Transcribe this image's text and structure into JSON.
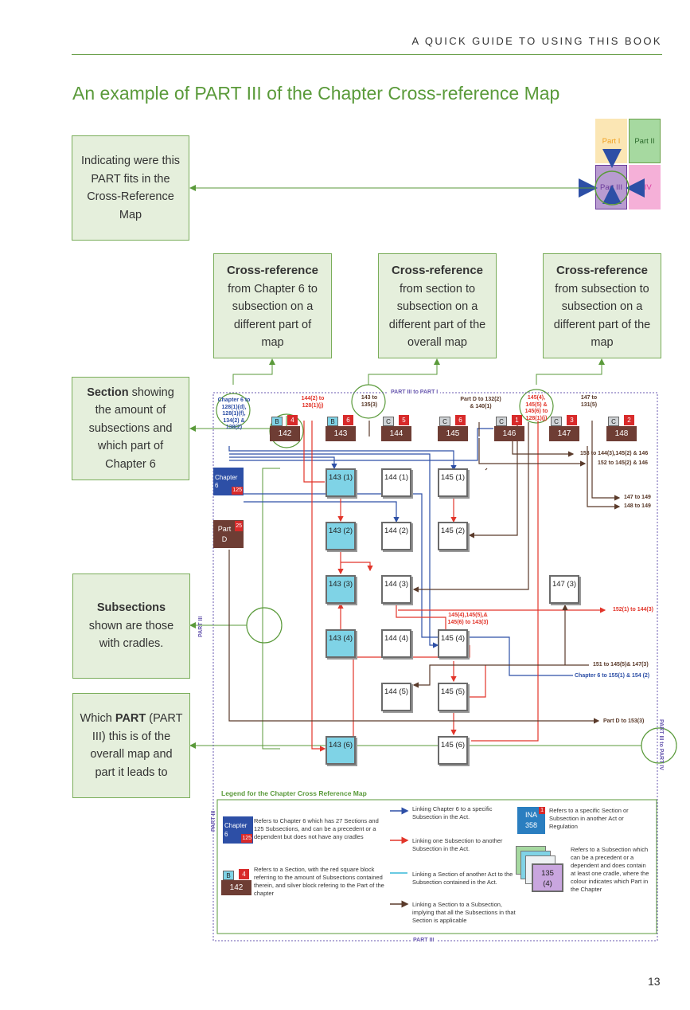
{
  "header": {
    "running_title": "A QUICK GUIDE TO USING THIS BOOK",
    "page_number": "13"
  },
  "title": "An example of PART III of the Chapter Cross-reference Map",
  "part_map": {
    "part1": "Part I",
    "part2": "Part II",
    "part3": "Part III",
    "part4": "rt IV"
  },
  "callouts": {
    "where_fits": "Indicating were this PART fits in the Cross-Reference Map",
    "section_bold": "Section",
    "section_rest": "showing the amount of subsections and which part of Chapter 6",
    "subsections_bold": "Subsections",
    "subsections_rest": "shown are those with cradles.",
    "which_pre": "Which",
    "which_bold": "PART",
    "which_rest": "(PART III) this is of the overall map and part it leads to"
  },
  "xref": [
    {
      "head": "Cross-reference",
      "body": "from Chapter 6 to subsection on a different part of map"
    },
    {
      "head": "Cross-reference",
      "body": "from section to subsection on a different part of the overall map"
    },
    {
      "head": "Cross-reference",
      "body": "from subsection to subsection on a different part of the map"
    }
  ],
  "map": {
    "part3_to_part1": "PART III to PART I",
    "part3_left": "PART III",
    "part3_bottom": "PART III",
    "part3_to_part4": "PART III to PART IV",
    "labels": {
      "ch6_to": "Chapter 6 to 128(1)(d), 128(1)(f), 134(2) & 138(2)",
      "l144": "144(2) to 128(1)(j)",
      "l143": "143 to 135(3)",
      "partd": "Part D to 132(2) & 140(1)",
      "l145": "145(4), 145(5) & 145(6) to 128(1)(j)",
      "l147": "147 to 131(5)",
      "r1": "153 to 144(3),145(2) & 146",
      "r2": "152 to 145(2) & 146",
      "r3": "147 to 149",
      "r4": "148 to 149",
      "r5": "152(1) to 144(3)",
      "r6": "151 to 145(5)& 147(3)",
      "r7": "Chapter 6 to 155(1) & 154 (2)",
      "r8": "Part D to 153(3)",
      "mid": "145(4),145(5),& 145(6) to 143(3)"
    },
    "sections": [
      {
        "letter": "B",
        "count": "4",
        "num": "142"
      },
      {
        "letter": "B",
        "count": "6",
        "num": "143"
      },
      {
        "letter": "C",
        "count": "5",
        "num": "144"
      },
      {
        "letter": "C",
        "count": "6",
        "num": "145"
      },
      {
        "letter": "C",
        "count": "1",
        "num": "146"
      },
      {
        "letter": "C",
        "count": "3",
        "num": "147"
      },
      {
        "letter": "C",
        "count": "2",
        "num": "148"
      }
    ],
    "chapter_box": {
      "label": "Chapter 6",
      "count": "125"
    },
    "part_box": {
      "label": "Part D",
      "count": "25"
    },
    "subs": {
      "s143_1": "143 (1)",
      "s143_2": "143 (2)",
      "s143_3": "143 (3)",
      "s143_4": "143 (4)",
      "s143_6": "143 (6)",
      "s144_1": "144 (1)",
      "s144_2": "144 (2)",
      "s144_3": "144 (3)",
      "s144_4": "144 (4)",
      "s144_5": "144 (5)",
      "s145_1": "145 (1)",
      "s145_2": "145 (2)",
      "s145_4": "145 (4)",
      "s145_5": "145 (5)",
      "s145_6": "145 (6)",
      "s147_3": "147 (3)"
    }
  },
  "legend": {
    "title": "Legend for the Chapter Cross Reference Map",
    "part": "PART III",
    "ch_desc": "Refers to Chapter 6 which has 27 Sections and 125 Subsections, and can be a precedent or a dependent but does not have any cradles",
    "sec_desc": "Refers to a Section, with the red square block referring to the amount of Subsections contained therein, and silver block refering to the Part of the chapter",
    "blue_line": "Linking Chapter 6 to a specific Subsection in the Act.",
    "red_line": "Linking one Subsection to another Subsection in the Act.",
    "cyan_line": "Linking a Section of another Act to the Subsection contained in the Act.",
    "brown_line": "Linking a Section to a Subsection, implying that all the Subsections in that Section is applicable",
    "ina": "INA",
    "ina_num": "358",
    "ina_count": "1",
    "ina_desc": "Refers to a specific Section or Subsection in another Act or Regulation",
    "stack_label": "135 (4)",
    "stack_desc": "Refers to a Subsection which can be a precedent or a dependent and does contain at least one cradle, where the colour indicates which Part in the Chapter",
    "ch_label": "Chapter 6",
    "ch_count": "125",
    "sec_letter": "B",
    "sec_count": "4",
    "sec_num": "142"
  }
}
